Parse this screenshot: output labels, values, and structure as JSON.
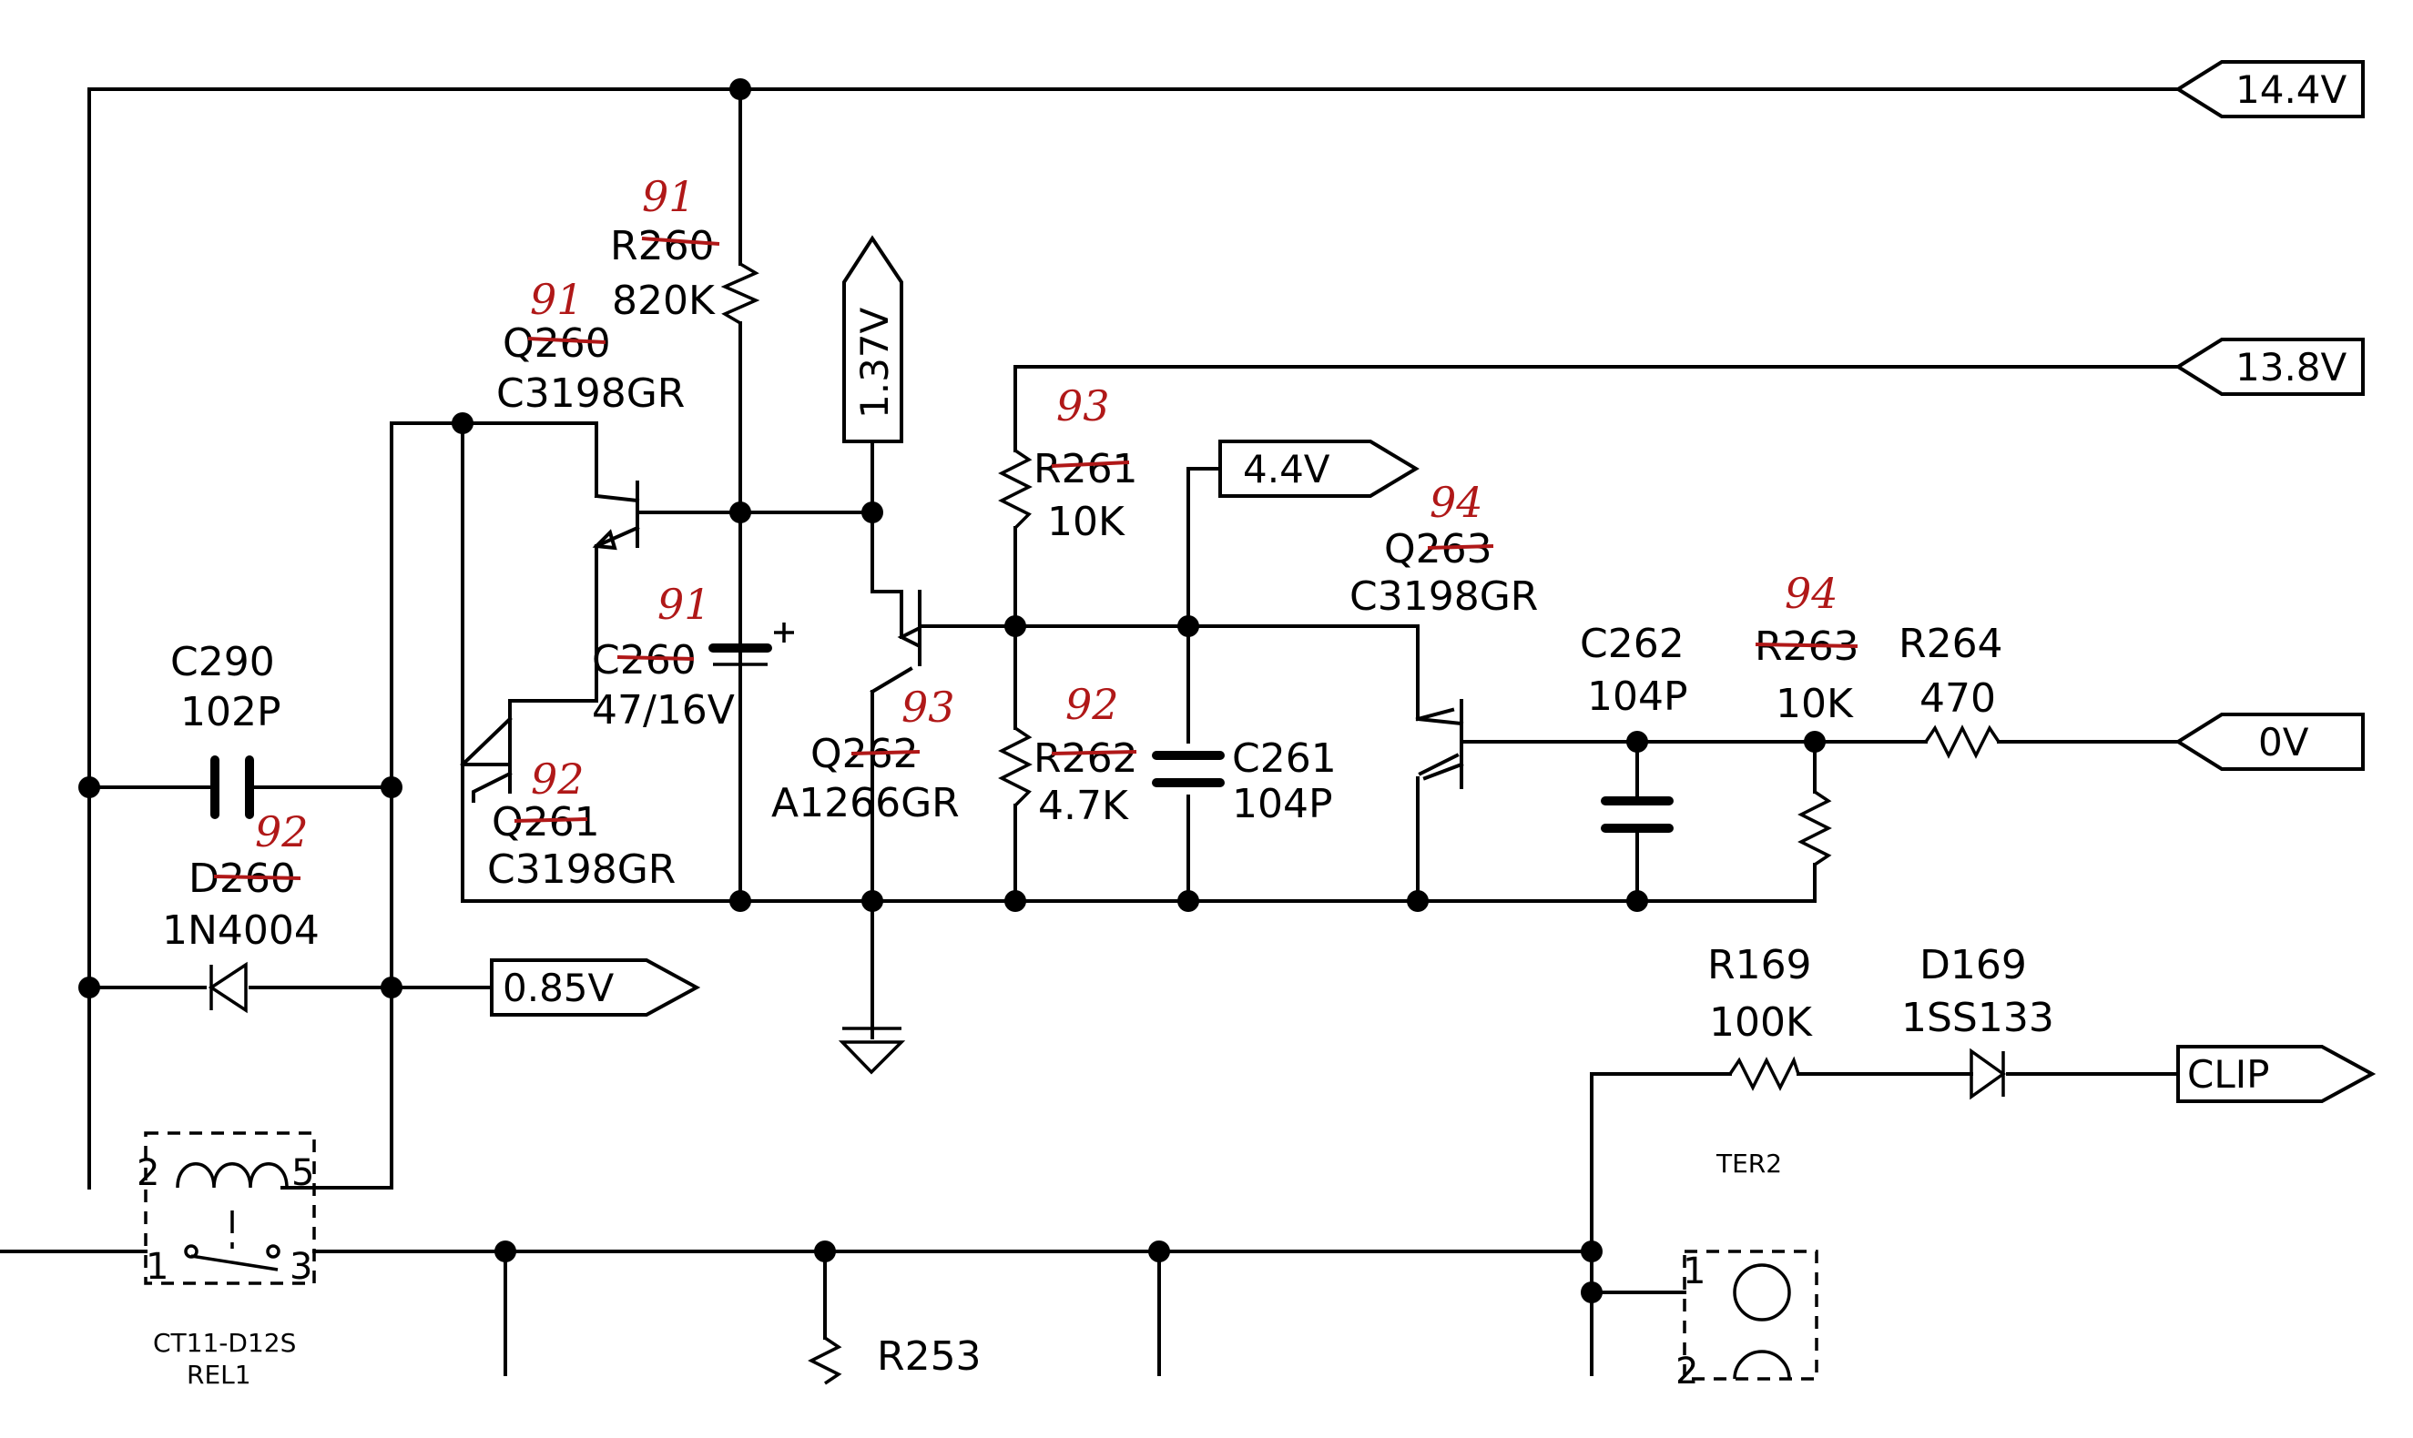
{
  "ports": {
    "v14_4": "14.4V",
    "v13_8": "13.8V",
    "v1_37": "1.37V",
    "v4_4": "4.4V",
    "v0_85": "0.85V",
    "v0": "0V",
    "clip": "CLIP"
  },
  "components": {
    "r260": {
      "ref": "R260",
      "value": "820K",
      "note": "91"
    },
    "q260": {
      "ref": "Q260",
      "value": "C3198GR",
      "note": "91"
    },
    "c260": {
      "ref": "C260",
      "value": "47/16V",
      "note": "91"
    },
    "q261": {
      "ref": "Q261",
      "value": "C3198GR",
      "note": "92"
    },
    "c290": {
      "ref": "C290",
      "value": "102P"
    },
    "d260": {
      "ref": "D260",
      "value": "1N4004",
      "note": "92"
    },
    "q262": {
      "ref": "Q262",
      "value": "A1266GR",
      "note": "93"
    },
    "r261": {
      "ref": "R261",
      "value": "10K",
      "note": "93"
    },
    "r262": {
      "ref": "R262",
      "value": "4.7K",
      "note": "92"
    },
    "c261": {
      "ref": "C261",
      "value": "104P"
    },
    "q263": {
      "ref": "Q263",
      "value": "C3198GR",
      "note": "94"
    },
    "c262": {
      "ref": "C262",
      "value": "104P"
    },
    "r263": {
      "ref": "R263",
      "value": "10K",
      "note": "94"
    },
    "r264": {
      "ref": "R264",
      "value": "470"
    },
    "r169": {
      "ref": "R169",
      "value": "100K"
    },
    "d169": {
      "ref": "D169",
      "value": "1SS133"
    },
    "r253": {
      "ref": "R253"
    },
    "relay": {
      "part": "CT11-D12S",
      "ref": "REL1",
      "pins": [
        "2",
        "5",
        "1",
        "3"
      ]
    },
    "ter2": {
      "ref": "TER2",
      "pins": [
        "1",
        "2"
      ]
    }
  }
}
